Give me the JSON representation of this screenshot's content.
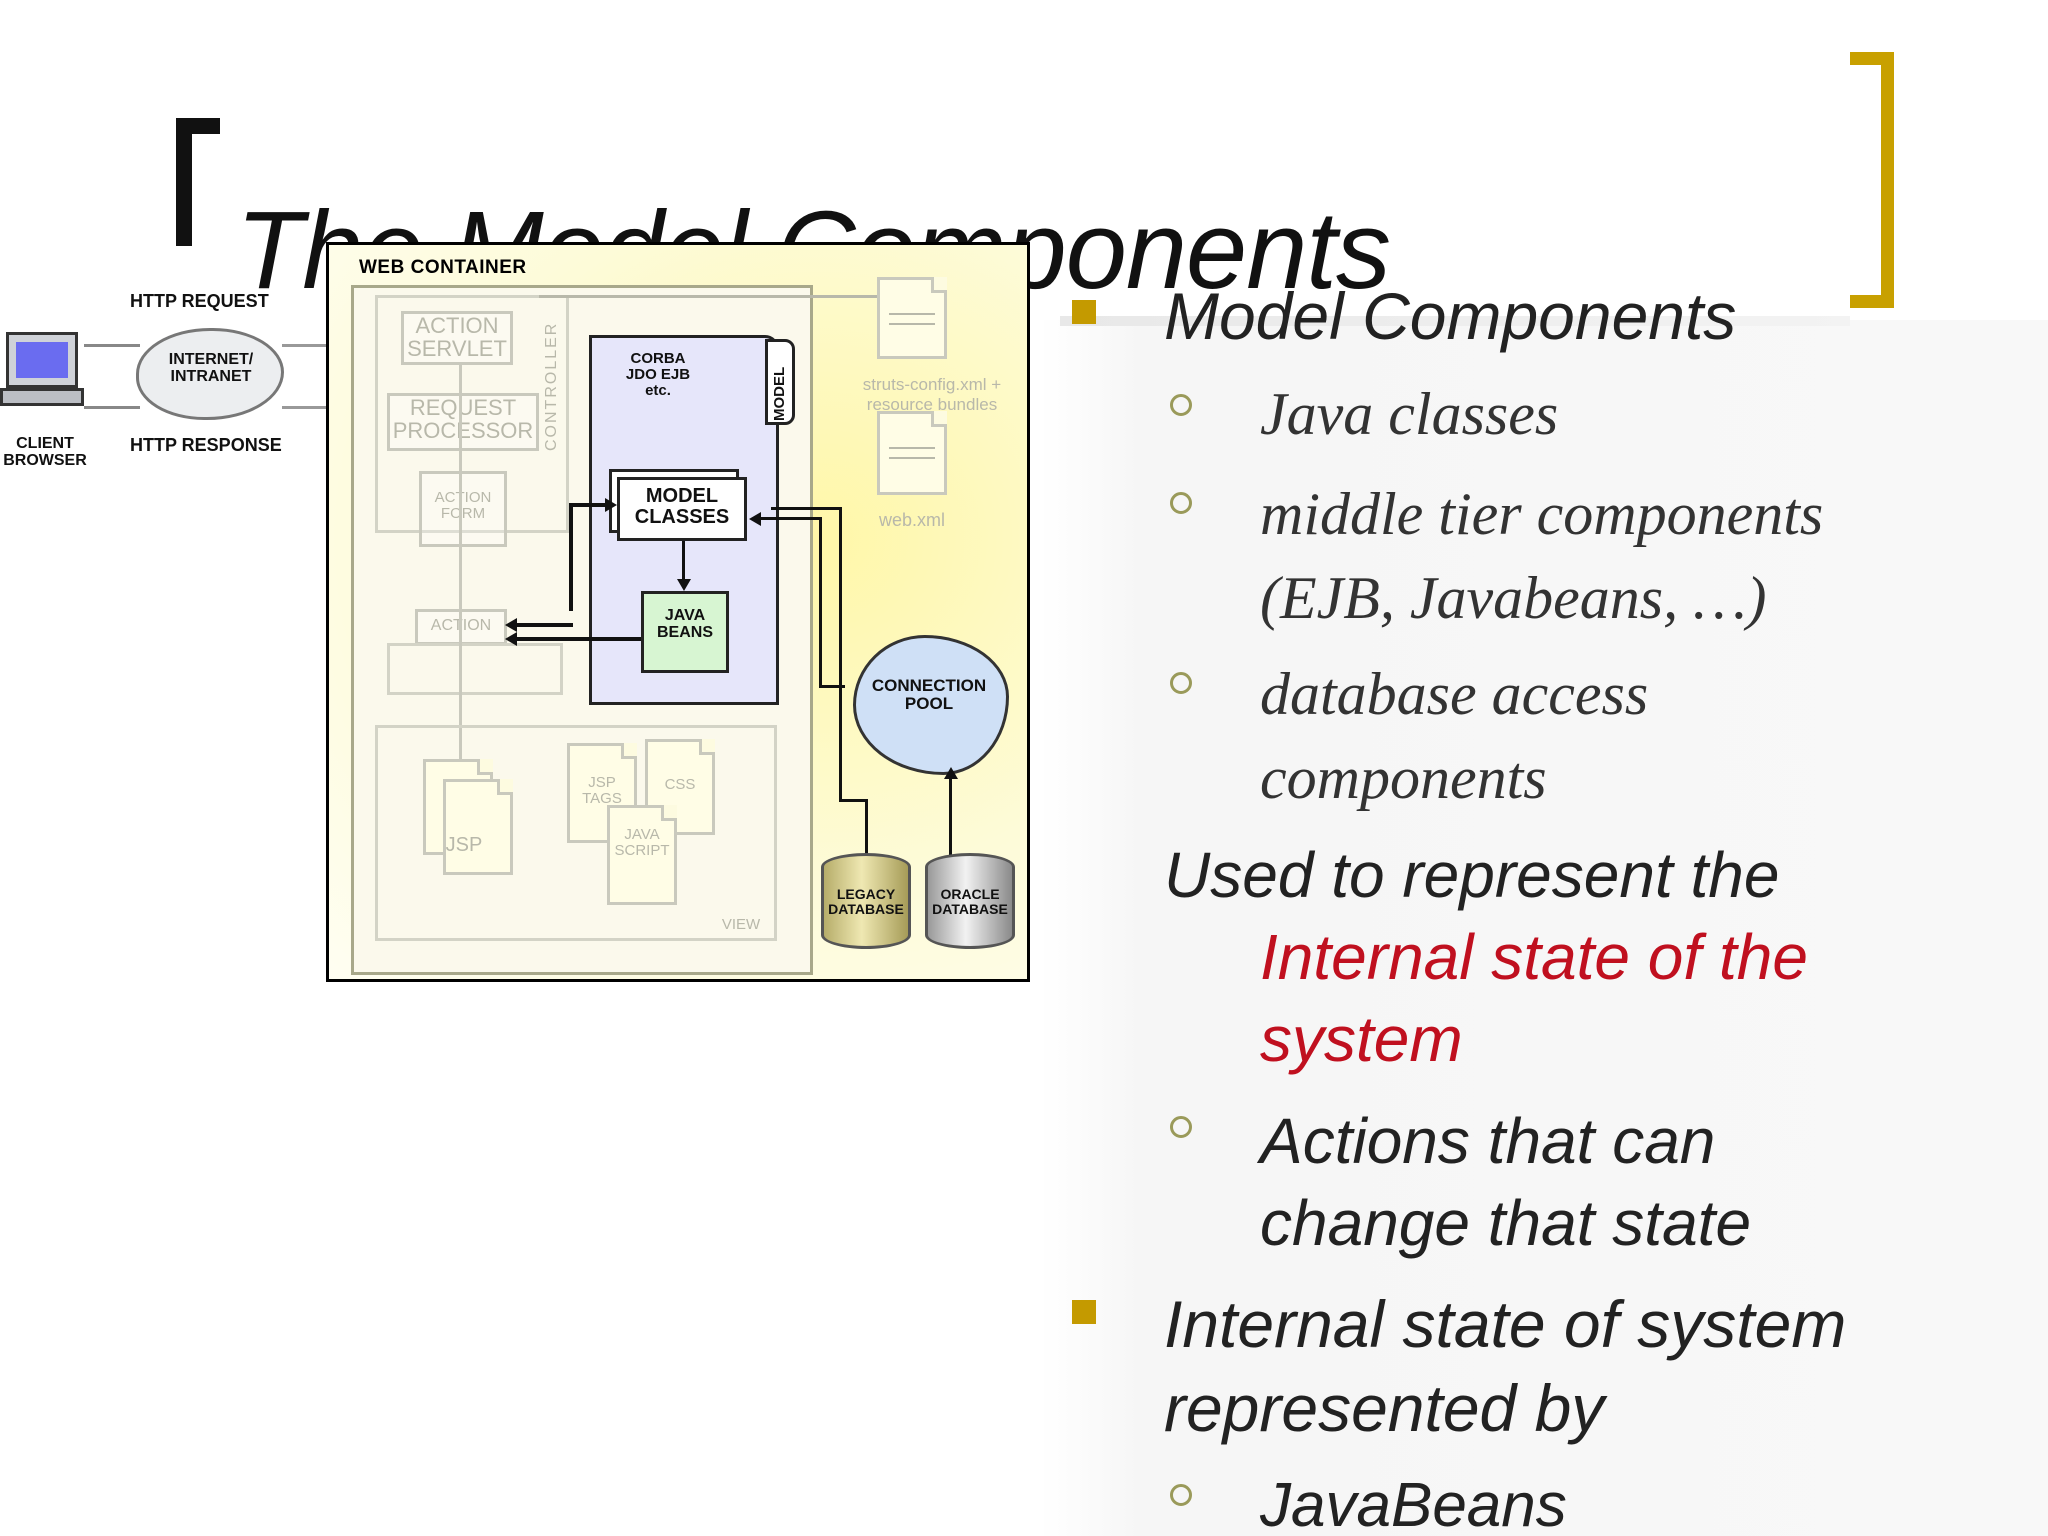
{
  "slide": {
    "title": "The Model Components",
    "accent_color": "#c8a000",
    "emphasis_color": "#c0101f"
  },
  "diagram": {
    "client_browser": "CLIENT BROWSER",
    "http_request": "HTTP REQUEST",
    "http_response": "HTTP RESPONSE",
    "internet": "INTERNET/ INTRANET",
    "web_container": "WEB CONTAINER",
    "action_servlet": "ACTION SERVLET",
    "request_processor": "REQUEST PROCESSOR",
    "controller": "CONTROLLER",
    "action_form": "ACTION FORM",
    "action": "ACTION",
    "corba_list": "CORBA JDO EJB etc.",
    "model": "MODEL",
    "model_classes": "MODEL CLASSES",
    "java_beans": "JAVA BEANS",
    "struts_config": "struts-config.xml + resource bundles",
    "web_xml": "web.xml",
    "connection_pool": "CONNECTION POOL",
    "jsp": "JSP",
    "jsp_tags": "JSP TAGS",
    "css": "CSS",
    "java_script": "JAVA SCRIPT",
    "view": "VIEW",
    "legacy_db": "LEGACY DATABASE",
    "oracle_db": "ORACLE DATABASE"
  },
  "bullets": {
    "model_components": "Model Components",
    "java_classes": "Java classes",
    "middle_tier_1": "middle tier components",
    "middle_tier_2": "(EJB, Javabeans, …)",
    "db_access_1": "database access",
    "db_access_2": "components",
    "used_to_represent": "Used to represent the",
    "internal_state_1": "Internal state of the",
    "internal_state_2": "system",
    "actions_1": "Actions that can",
    "actions_2": "change that state",
    "internal_state_repr_1": "Internal state of system",
    "internal_state_repr_2": "represented by",
    "javabeans": "JavaBeans"
  }
}
